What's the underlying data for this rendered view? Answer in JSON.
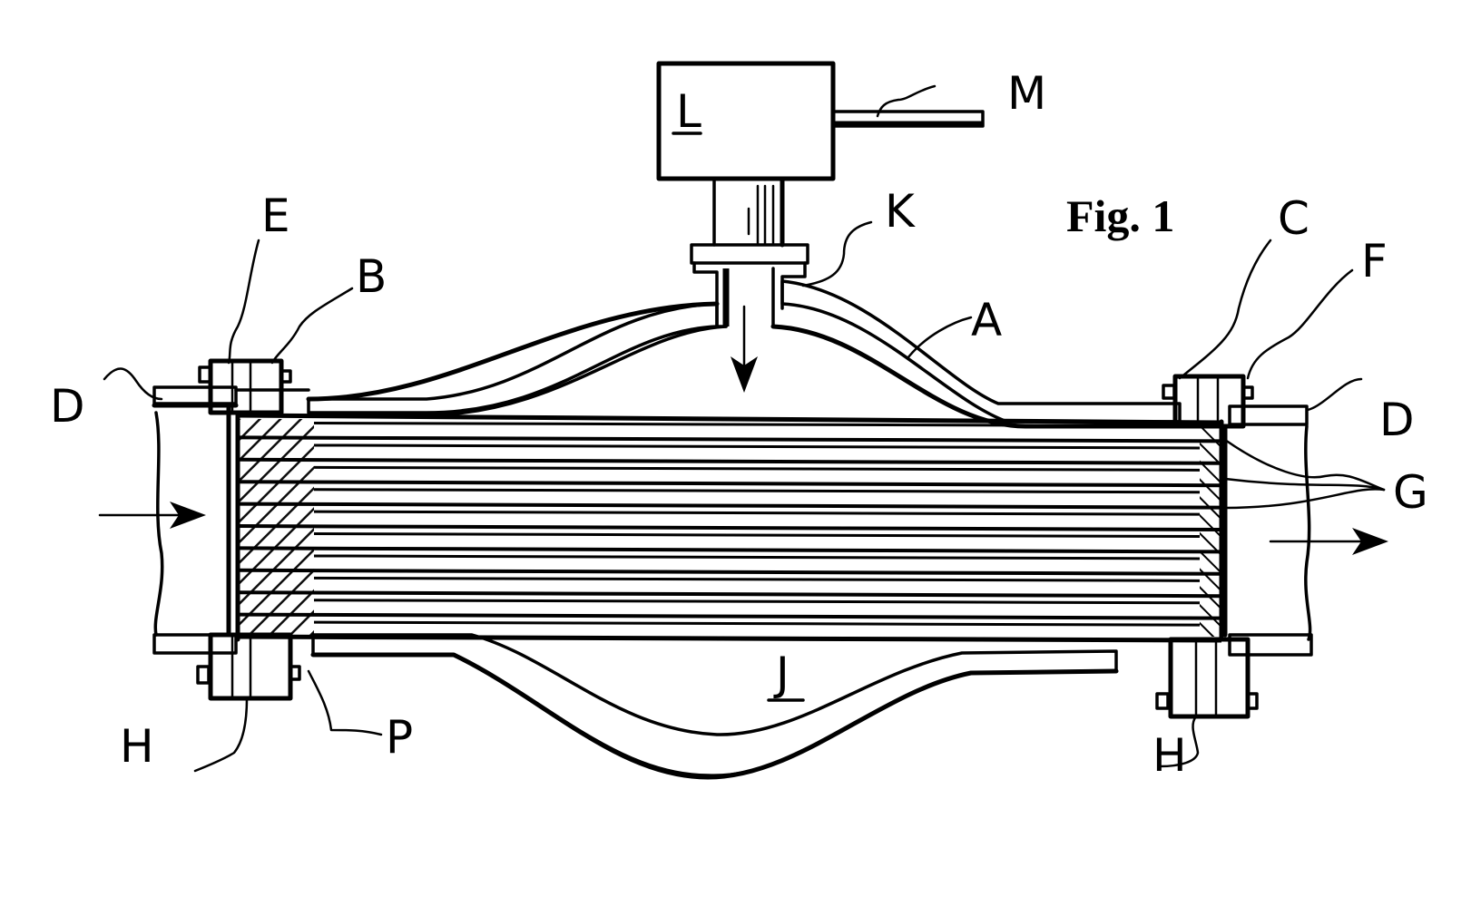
{
  "figure": {
    "title": "Fig. 1",
    "subject": "Tube-bundle flow device with bulged housing and top-mounted actuator"
  },
  "labels": {
    "A": "A",
    "B": "B",
    "C": "C",
    "D_left": "D",
    "D_right": "D",
    "E": "E",
    "F": "F",
    "G": "G",
    "H_left": "H",
    "H_right": "H",
    "J": "J",
    "K": "K",
    "L": "L",
    "M": "M",
    "P": "P"
  },
  "components": [
    {
      "ref": "A",
      "description": "bulged outer housing"
    },
    {
      "ref": "B",
      "description": "left flange"
    },
    {
      "ref": "C",
      "description": "right flange"
    },
    {
      "ref": "D",
      "description": "end pipe sections"
    },
    {
      "ref": "E",
      "description": "left gasket/seal"
    },
    {
      "ref": "F",
      "description": "right gasket/seal"
    },
    {
      "ref": "G",
      "description": "tube outlets"
    },
    {
      "ref": "H",
      "description": "bottom flange seals"
    },
    {
      "ref": "J",
      "description": "shell chamber"
    },
    {
      "ref": "K",
      "description": "inlet port fitting"
    },
    {
      "ref": "L",
      "description": "actuator/valve box"
    },
    {
      "ref": "M",
      "description": "supply line"
    },
    {
      "ref": "P",
      "description": "tube sheet potting"
    }
  ],
  "flow": {
    "inlet_direction": "right",
    "outlet_direction": "right",
    "port_direction": "down"
  },
  "tube_count": 10,
  "colors": {
    "ink": "#000000",
    "paper": "#ffffff"
  }
}
